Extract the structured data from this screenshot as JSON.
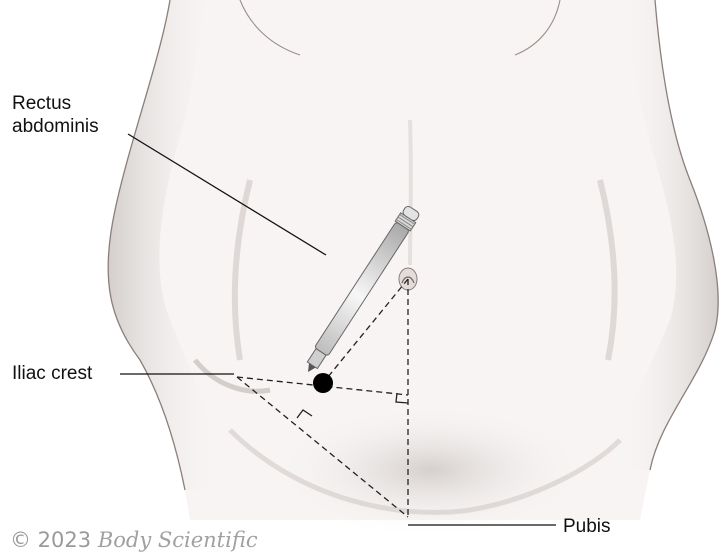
{
  "labels": {
    "rectus_line1": "Rectus",
    "rectus_line2": "abdominis",
    "iliac_crest": "Iliac crest",
    "pubis": "Pubis"
  },
  "copyright": {
    "prefix": "© 2023",
    "brand": "Body Scientific"
  },
  "colors": {
    "skin_shadow": "#c9c3c0",
    "outline": "#8a7f7a",
    "leader_line": "#111111",
    "injection_point": "#000000",
    "pen_body": "#eeeeee"
  },
  "icons": [
    "marker-pen-icon",
    "injection-point-icon",
    "right-angle-icon"
  ]
}
